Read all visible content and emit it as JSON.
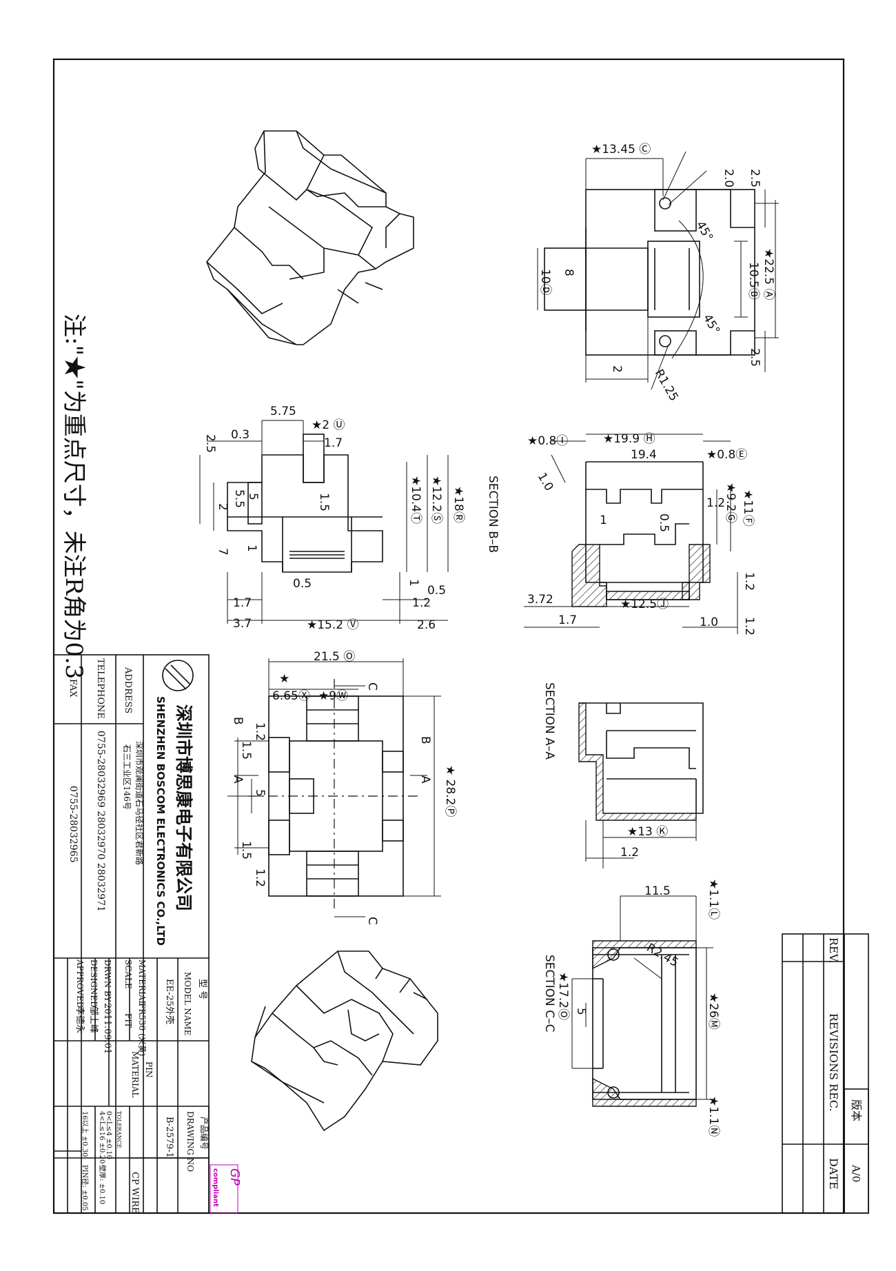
{
  "note": "注:\"★\"为重点尺寸，未注R角为0.3",
  "company": {
    "name_cn": "深圳市博思康电子有限公司",
    "name_en": "SHENZHEN BOSCOM ELECTRONICS CO.,LTD",
    "address_label": "ADDRESS",
    "address_line1": "深圳市观澜街道石马径社区君新路",
    "address_line2": "石三工业区146号",
    "telephone_label": "TELEPHONE",
    "telephone": "0755-28032969 28032970 28032971",
    "fax_label": "FAX",
    "fax": "0755-28032965"
  },
  "title_block": {
    "model_label_cn": "型 号",
    "model_label_en": "MODEL NAME",
    "model_value": "EE-25外壳",
    "drawing_label_cn": "产品编号",
    "drawing_label_en": "DRAWING NO",
    "drawing_value": "B-2579-1",
    "material_label": "MATERIAL",
    "material_value": "FR530 (米黄)",
    "pin_label": "PIN",
    "pin_material_label": "MATERIAL",
    "pin_material_value": "CP WIRE",
    "scale_label": "SCALE",
    "scale_value": "FIT",
    "drwn_label": "DRWN BY",
    "drwn_value": "2011.09.01",
    "designed_label": "DESIGNED",
    "designed_value": "邹上峰",
    "approved_label": "APPROVED",
    "approved_value": "李德永",
    "tolerance_label": "TOLERANCE",
    "tol_line1": "0<L≤4  ±0.10",
    "tol_line2": "4<L≤16  ±0.20",
    "tol_line3": "16以上   ±0.30",
    "tol_wall": "壁厚: ±0.10",
    "tol_pin": "PIN径: ±0.05",
    "gp_label": "GP",
    "compliant_label": "compliant"
  },
  "revisions": {
    "version_label": "版本",
    "version_value": "A/0",
    "rev_label": "REV.",
    "revisions_label": "REVISIONS REC.",
    "date_label": "DATE"
  },
  "sections": {
    "bb": "SECTION B–B",
    "aa": "SECTION A–A",
    "cc": "SECTION C–C"
  },
  "dimensions": {
    "top_view": [
      "★13.45 Ⓒ",
      "2.0",
      "2.5",
      "★22.5 Ⓐ",
      "10.5Ⓑ",
      "8",
      "10Ⓓ",
      "45°",
      "45°",
      "2.5",
      "2",
      "R1.25"
    ],
    "side_view": [
      "5.75",
      "★2 Ⓤ",
      "0.3",
      "1.7",
      "2.5",
      "5",
      "5.5",
      "1.5",
      "2",
      "★10.4Ⓣ",
      "★12.2Ⓢ",
      "★18Ⓡ",
      "1",
      "7",
      "0.5",
      "1",
      "0.5",
      "1.7",
      "3.7",
      "★15.2 Ⓥ",
      "1.2",
      "2.6"
    ],
    "section_bb": [
      "★0.8Ⓘ",
      "★19.9 Ⓗ",
      "★0.8Ⓔ",
      "19.4",
      "1.0",
      "1.2",
      "★9.2Ⓖ",
      "★11Ⓕ",
      "1",
      "0.5",
      "1.2",
      "3.72",
      "1.7",
      "★12.5Ⓙ",
      "1.0",
      "1.2"
    ],
    "bottom_view": [
      "21.5 Ⓞ",
      "★",
      "6.65Ⓧ",
      "★9Ⓦ",
      "C",
      "B",
      "1.2",
      "1.5",
      "A",
      "5",
      "1.5",
      "1.2",
      "B",
      "A",
      "★ 28.2Ⓟ",
      "C"
    ],
    "section_aa": [
      "★13 Ⓚ",
      "1.2"
    ],
    "section_cc": [
      "★1.1Ⓛ",
      "11.5",
      "R2.45",
      "★26Ⓜ",
      "★17.2Ⓞ",
      "5",
      "★1.1Ⓝ"
    ]
  }
}
